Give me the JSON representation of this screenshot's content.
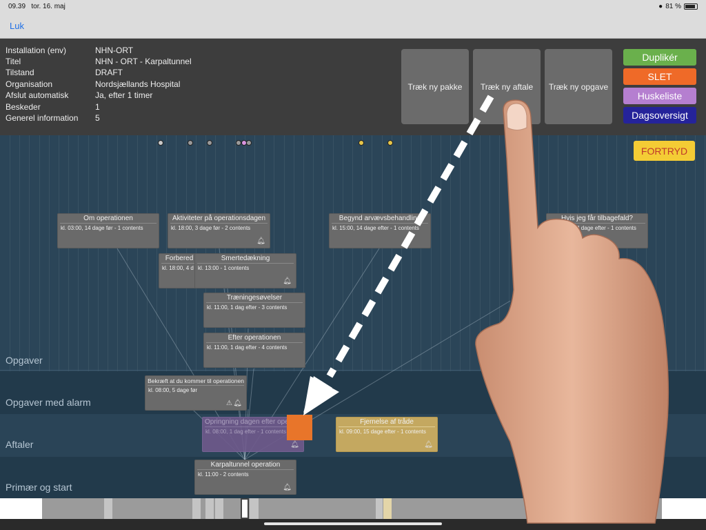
{
  "status": {
    "time": "09.39",
    "date": "tor. 16. maj",
    "battery": "81 %"
  },
  "nav": {
    "close": "Luk"
  },
  "info": [
    {
      "key": "Installation (env)",
      "value": "NHN-ORT"
    },
    {
      "key": "Titel",
      "value": "NHN - ORT - Karpaltunnel"
    },
    {
      "key": "Tilstand",
      "value": "DRAFT"
    },
    {
      "key": "Organisation",
      "value": "Nordsjællands Hospital"
    },
    {
      "key": "Afslut automatisk",
      "value": "Ja, efter 1 timer"
    },
    {
      "key": "Beskeder",
      "value": "1"
    },
    {
      "key": "Generel information",
      "value": "5"
    }
  ],
  "tiles": {
    "new_package": "Træk ny pakke",
    "new_appointment": "Træk ny aftale",
    "new_task": "Træk ny opgave"
  },
  "side_buttons": {
    "duplicate": "Duplikér",
    "delete": "SLET",
    "checklist": "Huskeliste",
    "day_overview": "Dagsoversigt",
    "undo": "FORTRYD"
  },
  "lanes": {
    "tasks": "Opgaver",
    "tasks_alarm": "Opgaver med alarm",
    "appointments": "Aftaler",
    "primary": "Primær og start"
  },
  "cards": {
    "c1": {
      "title": "Om operationen",
      "sub": "kl. 03:00, 14 dage før - 1 contents"
    },
    "c2": {
      "title": "Aktiviteter på operationsdagen",
      "sub": "kl. 18:00, 3 dage før - 2 contents"
    },
    "c3": {
      "title": "Begynd arvævsbehandling",
      "sub": "kl. 15:00, 14 dage efter - 1 contents"
    },
    "c4": {
      "title": "Hvis jeg får tilbagefald?",
      "sub": "kl. 15:00, 14 dage efter - 1 contents"
    },
    "c5": {
      "title": "Forbered",
      "sub": "kl. 18:00, 4 d"
    },
    "c6": {
      "title": "Smertedækning",
      "sub": "kl. 13:00 - 1 contents"
    },
    "c7": {
      "title": "Træningesøvelser",
      "sub": "kl. 11:00, 1 dag efter - 3 contents"
    },
    "c8": {
      "title": "Efter operationen",
      "sub": "kl. 11:00, 1 dag efter - 4 contents"
    },
    "c9": {
      "title": "Bekræft at du kommer til operationen",
      "sub": "kl. 08:00, 5 dage før"
    },
    "c10": {
      "title": "Opringning dagen efter operationen",
      "sub": "kl. 08:00, 1 dag efter - 1 contents"
    },
    "c11": {
      "title": "Fjernelse af tråde",
      "sub": "kl. 09:00, 15 dage efter - 1 contents"
    },
    "c12": {
      "title": "Karpaltunnel operation",
      "sub": "kl. 11:00 - 2 contents"
    }
  },
  "colors": {
    "green": "#6ab04c",
    "orange": "#ef6a28",
    "purple": "#b57fd0",
    "navy": "#25239a",
    "yellow": "#f4cc35"
  }
}
